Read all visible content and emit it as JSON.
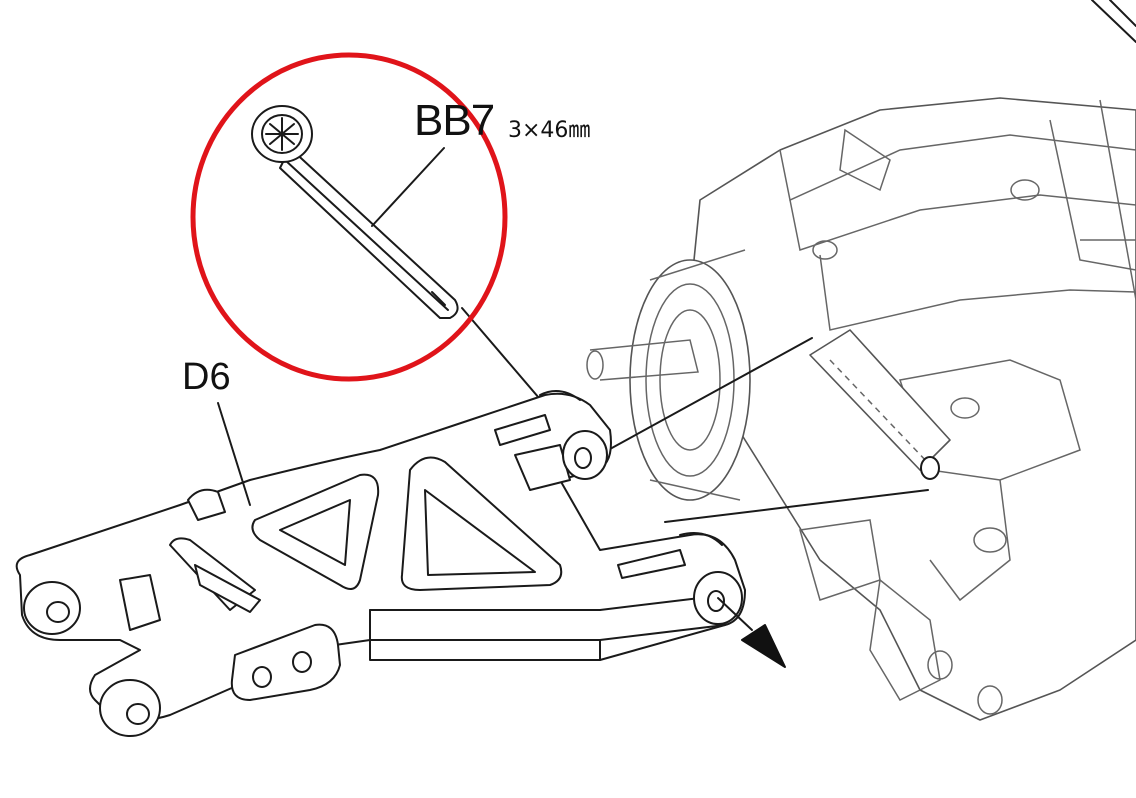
{
  "labels": {
    "pin_part_code": "BB7",
    "pin_size": "3×46㎜",
    "arm_part_code": "D6"
  },
  "colors": {
    "callout_circle": "#e0141a",
    "line_art": "#1a1a1a",
    "background": "#ffffff"
  },
  "icons": {
    "insert_direction": "arrow-down-right-icon"
  }
}
